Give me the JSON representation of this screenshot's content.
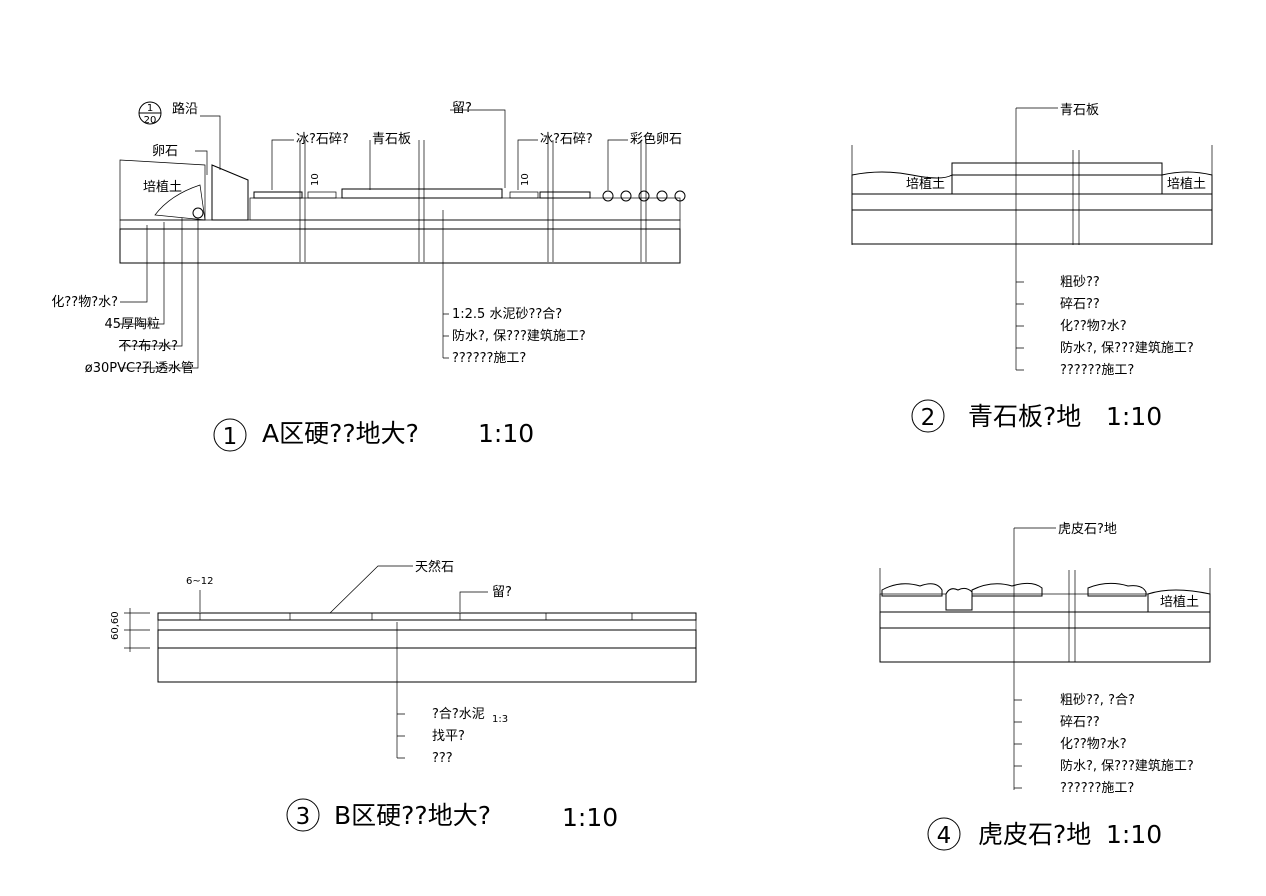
{
  "d1": {
    "labels": {
      "detail_top": "1",
      "detail_bot": "20",
      "lu_yan": "路沿",
      "luan_shi": "卵石",
      "pei_zhi_tu": "培植土",
      "bing_sui_1": "冰?石碎?",
      "qing_shi_ban": "青石板",
      "liu": "留?",
      "bing_sui_2": "冰?石碎?",
      "cai_se": "彩色卵石",
      "dim1": "10",
      "dim2": "10"
    },
    "left_notes": [
      "化??物?水?",
      "45厚陶粒",
      "不?布?水?",
      "ø30PVC?孔透水管"
    ],
    "right_notes": [
      "1:2.5 水泥砂??合?",
      "防水?, 保???建筑施工?",
      "??????施工?"
    ],
    "title": {
      "num": "1",
      "text": "A区硬??地大?",
      "scale": "1:10"
    }
  },
  "d2": {
    "top_label": "青石板",
    "soil_left": "培植土",
    "soil_right": "培植土",
    "notes": [
      "粗砂??",
      "碎石??",
      "化??物?水?",
      "防水?, 保???建筑施工?",
      "??????施工?"
    ],
    "title": {
      "num": "2",
      "text": "青石板?地",
      "scale": "1:10"
    }
  },
  "d3": {
    "tian_ran": "天然石",
    "liu": "留?",
    "gap": "6~12",
    "thick": "60,60",
    "notes": [
      "?合?水泥",
      "找平?",
      "???"
    ],
    "ratio": "1:3",
    "title": {
      "num": "3",
      "text": "B区硬??地大?",
      "scale": "1:10"
    }
  },
  "d4": {
    "top_label": "虎皮石?地",
    "soil": "培植土",
    "notes": [
      "粗砂??, ?合?",
      "碎石??",
      "化??物?水?",
      "防水?, 保???建筑施工?",
      "??????施工?"
    ],
    "title": {
      "num": "4",
      "text": "虎皮石?地",
      "scale": "1:10"
    }
  }
}
